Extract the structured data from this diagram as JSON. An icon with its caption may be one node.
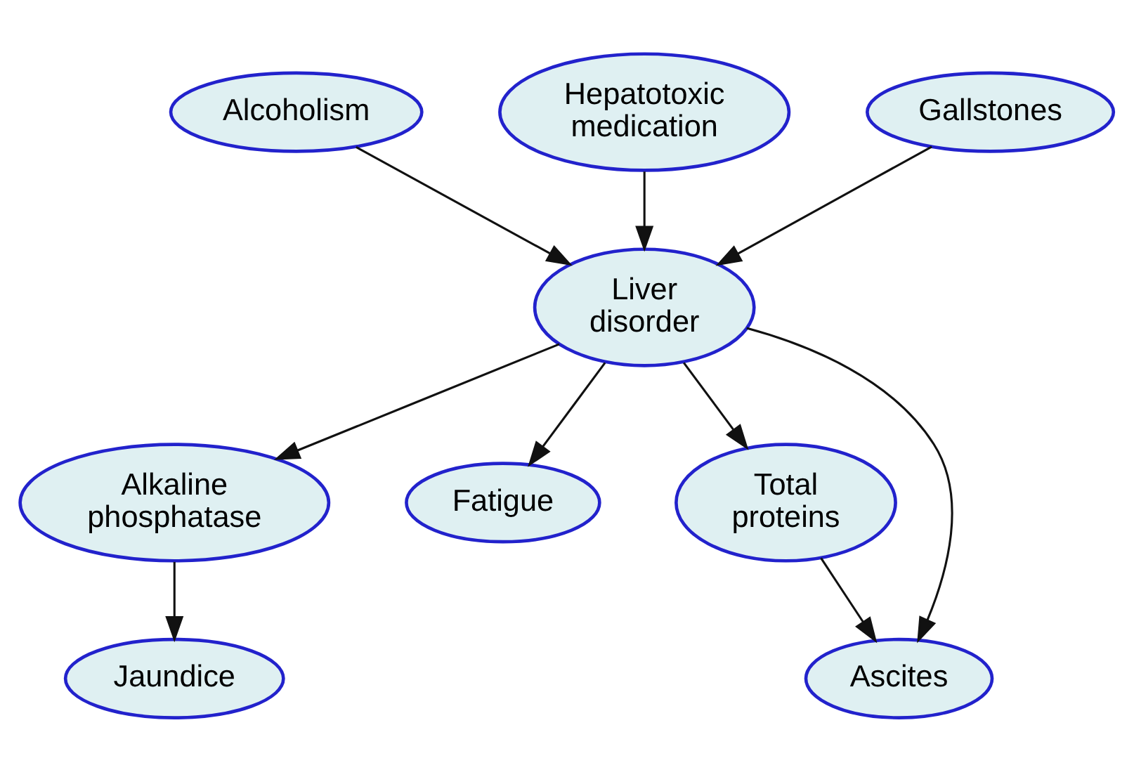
{
  "diagram": {
    "nodes": [
      {
        "text": [
          "Alcoholism"
        ]
      },
      {
        "text": [
          "Hepatotoxic medication"
        ]
      },
      {
        "text": [
          "Gallstones"
        ]
      },
      {
        "text": [
          "Liver disorder"
        ]
      },
      {
        "text": [
          "Alkaline phosphatase"
        ]
      },
      {
        "text": [
          "Fatigue"
        ]
      },
      {
        "text": [
          "Total proteins"
        ]
      },
      {
        "text": [
          "Jaundice"
        ]
      },
      {
        "text": [
          "Ascites"
        ]
      }
    ],
    "edges": [
      {
        "from": 0,
        "to": 3,
        "arrow": "to"
      },
      {
        "from": 1,
        "to": 3,
        "arrow": "to"
      },
      {
        "from": 2,
        "to": 3,
        "arrow": "to"
      },
      {
        "from": 3,
        "to": 4,
        "arrow": "to"
      },
      {
        "from": 3,
        "to": 5,
        "arrow": "to"
      },
      {
        "from": 3,
        "to": 6,
        "arrow": "to"
      },
      {
        "from": 3,
        "to": 8,
        "arrow": "to"
      },
      {
        "from": 4,
        "to": 7,
        "arrow": "to"
      },
      {
        "from": 6,
        "to": 8,
        "arrow": "to"
      }
    ]
  }
}
